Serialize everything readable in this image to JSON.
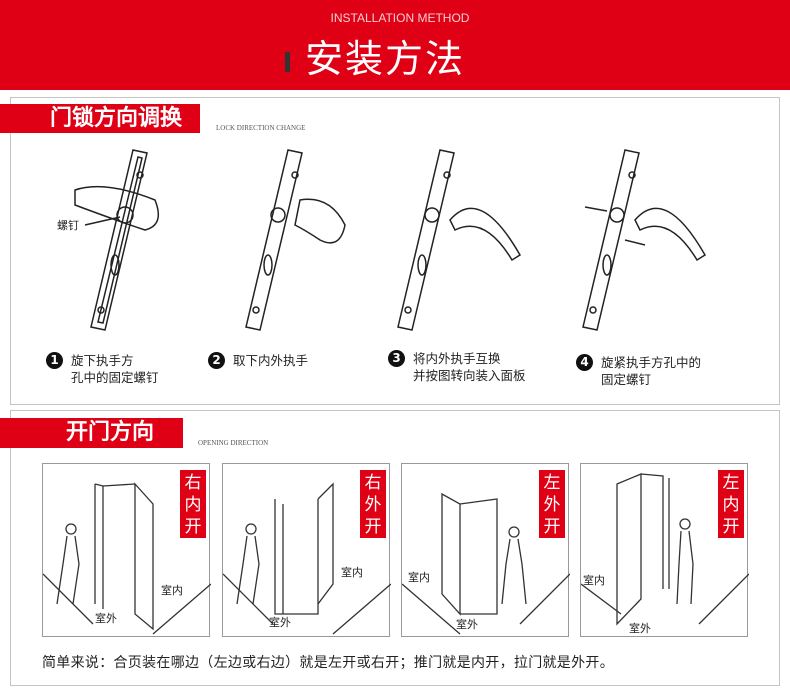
{
  "header": {
    "subtitle": "INSTALLATION METHOD",
    "title": "安装方法"
  },
  "colors": {
    "brand_red": "#df0016"
  },
  "section1": {
    "title": "门锁方向调换",
    "subtitle": "LOCK DIRECTION CHANGE",
    "screw_label": "螺钉",
    "steps": [
      {
        "num": "1",
        "line1": "旋下执手方",
        "line2": "孔中的固定螺钉"
      },
      {
        "num": "2",
        "line1": "取下内外执手",
        "line2": ""
      },
      {
        "num": "3",
        "line1": "将内外执手互换",
        "line2": "并按图转向装入面板"
      },
      {
        "num": "4",
        "line1": "旋紧执手方孔中的",
        "line2": "固定螺钉"
      }
    ]
  },
  "section2": {
    "title": "开门方向",
    "subtitle": "OPENING DIRECTION",
    "panels": [
      {
        "tag": "右内开",
        "inside": "室内",
        "outside": "室外"
      },
      {
        "tag": "右外开",
        "inside": "室内",
        "outside": "室外"
      },
      {
        "tag": "左外开",
        "inside": "室内",
        "outside": "室外"
      },
      {
        "tag": "左内开",
        "inside": "室内",
        "outside": "室外"
      }
    ],
    "note": "简单来说：合页装在哪边（左边或右边）就是左开或右开；推门就是内开，拉门就是外开。"
  }
}
